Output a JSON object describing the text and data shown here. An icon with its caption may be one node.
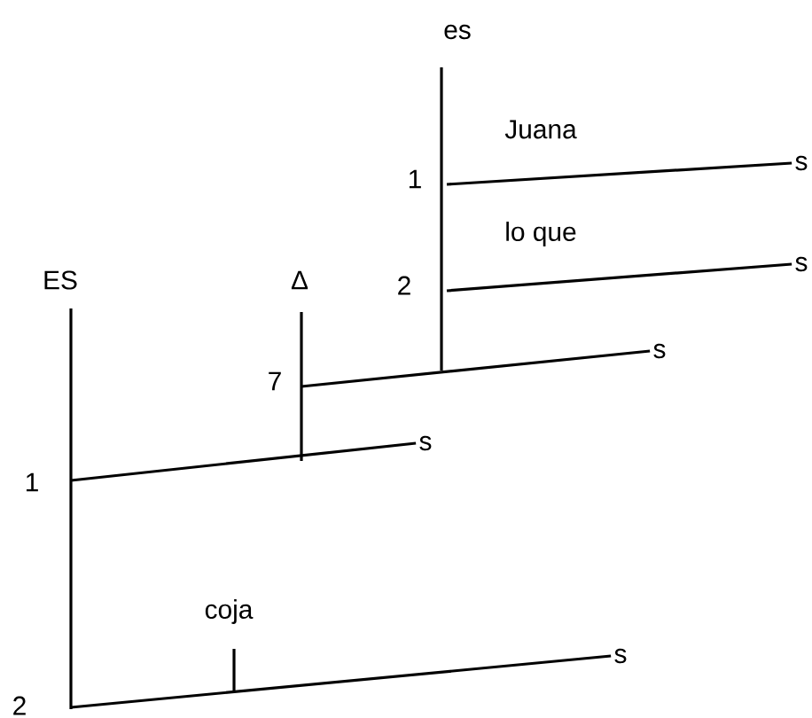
{
  "diagram": {
    "nodes": [
      {
        "text": [
          "ES"
        ]
      },
      {
        "text": [
          "Δ"
        ]
      },
      {
        "text": [
          "es"
        ]
      },
      {
        "text": [
          "s"
        ]
      },
      {
        "text": [
          "s"
        ]
      },
      {
        "text": [
          "s"
        ]
      },
      {
        "text": [
          "s"
        ]
      },
      {
        "text": [
          "s"
        ]
      }
    ],
    "edges": [
      {
        "from": 0,
        "to": null,
        "arrow": "none"
      },
      {
        "from": 1,
        "to": null,
        "arrow": "none"
      },
      {
        "from": 2,
        "to": null,
        "arrow": "none"
      },
      {
        "from": null,
        "to": 3,
        "arrow": "none",
        "label": "Juana"
      },
      {
        "from": null,
        "to": 4,
        "arrow": "none",
        "label": "lo que"
      },
      {
        "from": null,
        "to": 5,
        "arrow": "none"
      },
      {
        "from": null,
        "to": 6,
        "arrow": "none"
      },
      {
        "from": null,
        "to": 7,
        "arrow": "none",
        "label": "coja"
      }
    ],
    "labels": [
      "1",
      "2",
      "7",
      "1",
      "2"
    ]
  }
}
